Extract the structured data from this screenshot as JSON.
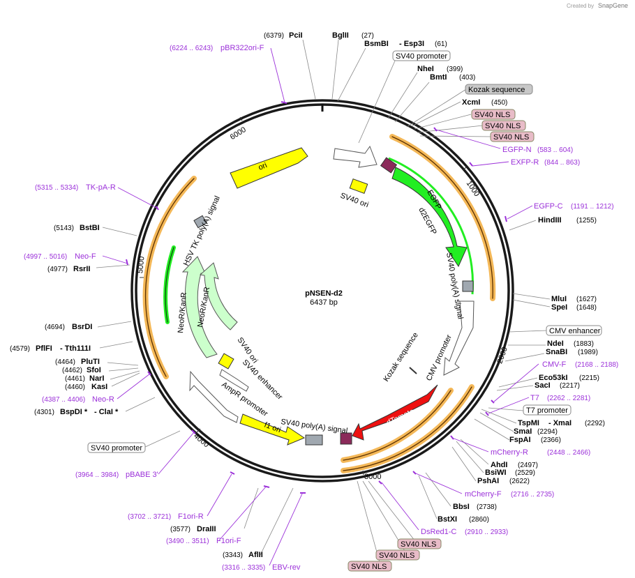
{
  "credit": {
    "prefix": "Created by",
    "brand": "SnapGene"
  },
  "plasmid": {
    "name": "pNSEN-d2",
    "size": "6437 bp"
  },
  "ticks": {
    "t1000": "1000",
    "t2000": "2000",
    "t3000": "3000",
    "t4000": "4000",
    "t5000": "5000",
    "t6000": "6000"
  },
  "features": {
    "ori": "ori",
    "sv40_ori_top": "SV40 ori",
    "egfp": "EGFP",
    "d2egfp": "d2EGFP",
    "sv40_polya_right": "SV40 poly(A) signal",
    "cmv_promoter": "CMV promoter",
    "kozak_inner": "Kozak sequence",
    "dtomato": "dTomato",
    "sv40_polya_bottom": "SV40 poly(A) signal",
    "f1_ori": "f1 ori",
    "ampr_promoter": "AmpR promoter",
    "sv40_enhancer": "SV40 enhancer",
    "sv40_ori_left": "SV40 ori",
    "neor_inner": "NeoR/KanR",
    "neor_outer": "NeoR/KanR",
    "hsv_tk": "HSV TK poly(A) signal"
  },
  "boxes": {
    "sv40_promoter_top": "SV40 promoter",
    "kozak": "Kozak sequence",
    "sv40_nls_1": "SV40 NLS",
    "sv40_nls_2": "SV40 NLS",
    "sv40_nls_3": "SV40 NLS",
    "cmv_enhancer": "CMV enhancer",
    "t7_promoter": "T7 promoter",
    "sv40_promoter_left": "SV40 promoter",
    "sv40_nls_b1": "SV40 NLS",
    "sv40_nls_b2": "SV40 NLS",
    "sv40_nls_b3": "SV40 NLS"
  },
  "sites": {
    "pcil": {
      "name": "PciI",
      "pos": "(6379)"
    },
    "bglii": {
      "name": "BglII",
      "pos": "(27)"
    },
    "bsmbi": {
      "name": "BsmBI",
      "extra": "- Esp3I",
      "pos": "(61)"
    },
    "nhei": {
      "name": "NheI",
      "pos": "(399)"
    },
    "bmti": {
      "name": "BmtI",
      "pos": "(403)"
    },
    "xcmi": {
      "name": "XcmI",
      "pos": "(450)"
    },
    "hindiii": {
      "name": "HindIII",
      "pos": "(1255)"
    },
    "mlui": {
      "name": "MluI",
      "pos": "(1627)"
    },
    "spei": {
      "name": "SpeI",
      "pos": "(1648)"
    },
    "ndei": {
      "name": "NdeI",
      "pos": "(1883)"
    },
    "snabi": {
      "name": "SnaBI",
      "pos": "(1989)"
    },
    "eco53ki": {
      "name": "Eco53kI",
      "pos": "(2215)"
    },
    "saci": {
      "name": "SacI",
      "pos": "(2217)"
    },
    "tspmi": {
      "name": "TspMI",
      "extra": "- XmaI",
      "pos": "(2292)"
    },
    "smai": {
      "name": "SmaI",
      "pos": "(2294)"
    },
    "fspai": {
      "name": "FspAI",
      "pos": "(2366)"
    },
    "ahdi": {
      "name": "AhdI",
      "pos": "(2497)"
    },
    "bsiwi": {
      "name": "BsiWI",
      "pos": "(2529)"
    },
    "pshai": {
      "name": "PshAI",
      "pos": "(2622)"
    },
    "bbsi": {
      "name": "BbsI",
      "pos": "(2738)"
    },
    "bstxi": {
      "name": "BstXI",
      "pos": "(2860)"
    },
    "afliii": {
      "name": "AflII",
      "pos": "(3343)"
    },
    "draiii": {
      "name": "DraIII",
      "pos": "(3577)"
    },
    "bspdi": {
      "name": "BspDI *",
      "extra": "- ClaI *",
      "pos": "(4301)"
    },
    "kasi": {
      "name": "KasI",
      "pos": "(4460)"
    },
    "nari": {
      "name": "NarI",
      "pos": "(4461)"
    },
    "sfoi": {
      "name": "SfoI",
      "pos": "(4462)"
    },
    "pluti": {
      "name": "PluTI",
      "pos": "(4464)"
    },
    "pflfi": {
      "name": "PflFI",
      "extra": "- Tth111I",
      "pos": "(4579)"
    },
    "bsrdi": {
      "name": "BsrDI",
      "pos": "(4694)"
    },
    "rsrii": {
      "name": "RsrII",
      "pos": "(4977)"
    },
    "bstbi": {
      "name": "BstBI",
      "pos": "(5143)"
    }
  },
  "primers": {
    "pbr322": {
      "name": "pBR322ori-F",
      "pos": "(6224 .. 6243)"
    },
    "egfpn": {
      "name": "EGFP-N",
      "pos": "(583 .. 604)"
    },
    "exfpr": {
      "name": "EXFP-R",
      "pos": "(844 .. 863)"
    },
    "egfpc": {
      "name": "EGFP-C",
      "pos": "(1191 .. 1212)"
    },
    "cmvf": {
      "name": "CMV-F",
      "pos": "(2168 .. 2188)"
    },
    "t7": {
      "name": "T7",
      "pos": "(2262 .. 2281)"
    },
    "mcherryr": {
      "name": "mCherry-R",
      "pos": "(2448 .. 2466)"
    },
    "mcherryf": {
      "name": "mCherry-F",
      "pos": "(2716 .. 2735)"
    },
    "dsred1c": {
      "name": "DsRed1-C",
      "pos": "(2910 .. 2933)"
    },
    "ebvrev": {
      "name": "EBV-rev",
      "pos": "(3316 .. 3335)"
    },
    "f1orif": {
      "name": "F1ori-F",
      "pos": "(3490 .. 3511)"
    },
    "f1orir": {
      "name": "F1ori-R",
      "pos": "(3702 .. 3721)"
    },
    "pbabe3": {
      "name": "pBABE 3'",
      "pos": "(3964 .. 3984)"
    },
    "neor": {
      "name": "Neo-R",
      "pos": "(4387 .. 4406)"
    },
    "neof": {
      "name": "Neo-F",
      "pos": "(4997 .. 5016)"
    },
    "tkpar": {
      "name": "TK-pA-R",
      "pos": "(5315 .. 5334)"
    }
  },
  "colors": {
    "backbone": "#1a1a1a",
    "primer": "#9b30d9",
    "egfp": "#22ee22",
    "dtomato": "#ee1111",
    "ori": "#ffff00",
    "neor": "#ccffcc",
    "orf": "#f0a020",
    "nls_box": "#e8bcc8",
    "kozak_box": "#c8c8c8",
    "polya": "#a0a8b0"
  }
}
